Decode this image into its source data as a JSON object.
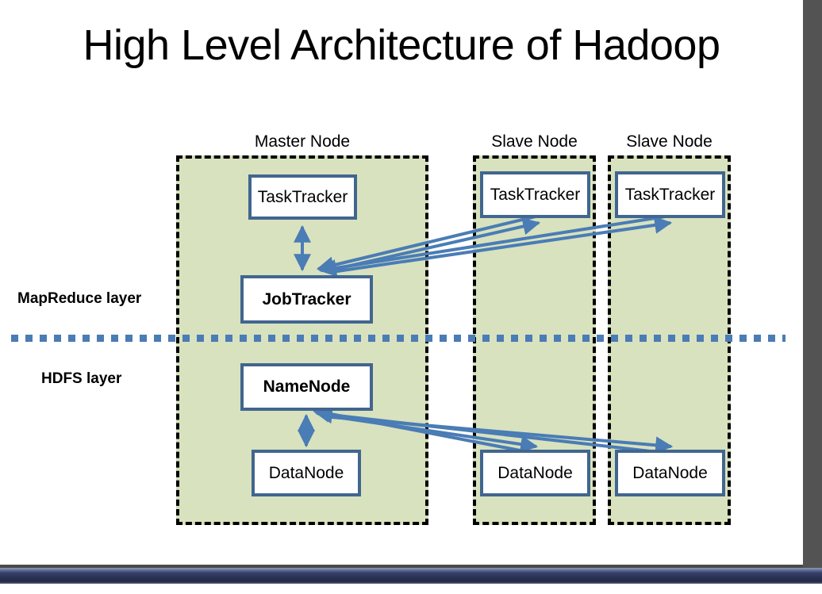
{
  "slide": {
    "title": "High Level Architecture of Hadoop",
    "background_color": "#ffffff"
  },
  "colors": {
    "node_fill": "#d8e2bf",
    "node_border": "#000000",
    "box_border": "#41668f",
    "box_fill": "#ffffff",
    "arrow": "#4a7cb5",
    "divider": "#4a7cb5",
    "gutter": "#535353",
    "bottom_bar": "#2b3354"
  },
  "columns": [
    {
      "caption": "Master Node"
    },
    {
      "caption": "Slave Node"
    },
    {
      "caption": "Slave Node"
    }
  ],
  "layers": [
    {
      "label": "MapReduce layer"
    },
    {
      "label": "HDFS layer"
    }
  ],
  "boxes": {
    "master_tasktracker": "TaskTracker",
    "master_jobtracker": "JobTracker",
    "master_namenode": "NameNode",
    "master_datanode": "DataNode",
    "slave1_tasktracker": "TaskTracker",
    "slave1_datanode": "DataNode",
    "slave2_tasktracker": "TaskTracker",
    "slave2_datanode": "DataNode"
  }
}
